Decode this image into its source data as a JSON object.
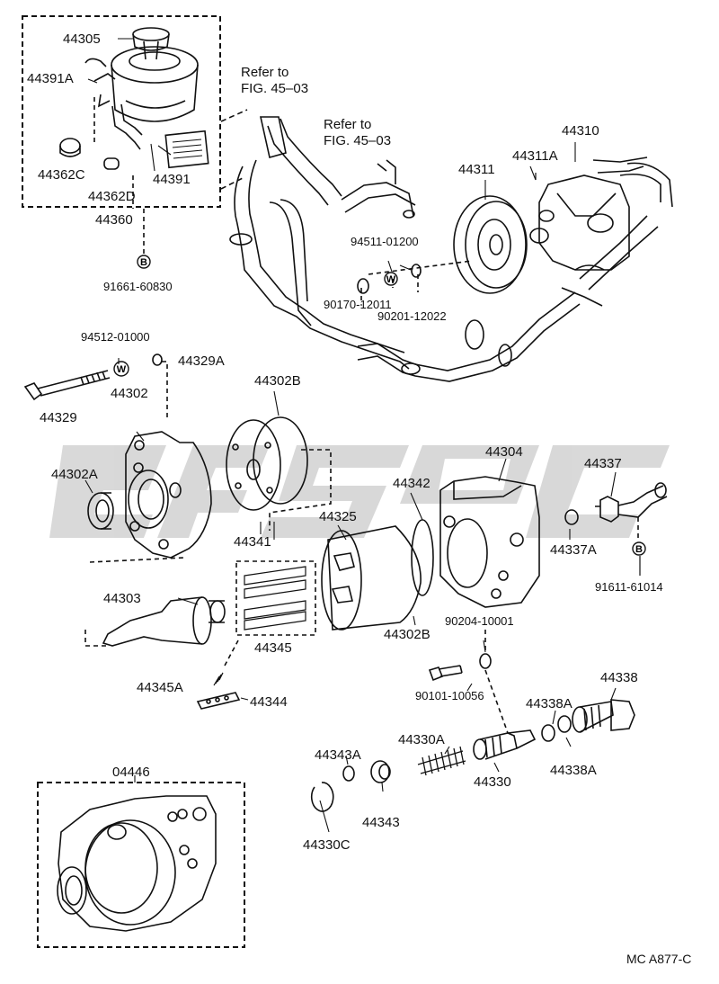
{
  "diagram_code": "MC A877-C",
  "watermark": "uf 8c",
  "refs": [
    {
      "line1": "Refer to",
      "line2": "FIG. 45–03"
    },
    {
      "line1": "Refer to",
      "line2": "FIG. 45–03"
    }
  ],
  "circle_symbols": [
    "B",
    "W",
    "W",
    "B"
  ],
  "labels": {
    "p44305": "44305",
    "p44391A": "44391A",
    "p44362C": "44362C",
    "p44391": "44391",
    "p44362D": "44362D",
    "p44360": "44360",
    "p91661": "91661-60830",
    "p44310": "44310",
    "p44311": "44311",
    "p44311A": "44311A",
    "p94511": "94511-01200",
    "p90170": "90170-12011",
    "p90201": "90201-12022",
    "p94512": "94512-01000",
    "p44329A": "44329A",
    "p44329": "44329",
    "p44302": "44302",
    "p44302B_top": "44302B",
    "p44302A": "44302A",
    "p44341": "44341",
    "p44304": "44304",
    "p44342": "44342",
    "p44325": "44325",
    "p44337": "44337",
    "p44337A": "44337A",
    "p91611": "91611-61014",
    "p44303": "44303",
    "p44345": "44345",
    "p44302B_bot": "44302B",
    "p90204": "90204-10001",
    "p44345A": "44345A",
    "p44344": "44344",
    "p90101": "90101-10056",
    "p44338": "44338",
    "p44338A_1": "44338A",
    "p44330A": "44330A",
    "p44343A": "44343A",
    "p44330": "44330",
    "p44338A_2": "44338A",
    "p04446": "04446",
    "p44343": "44343",
    "p44330C": "44330C"
  }
}
